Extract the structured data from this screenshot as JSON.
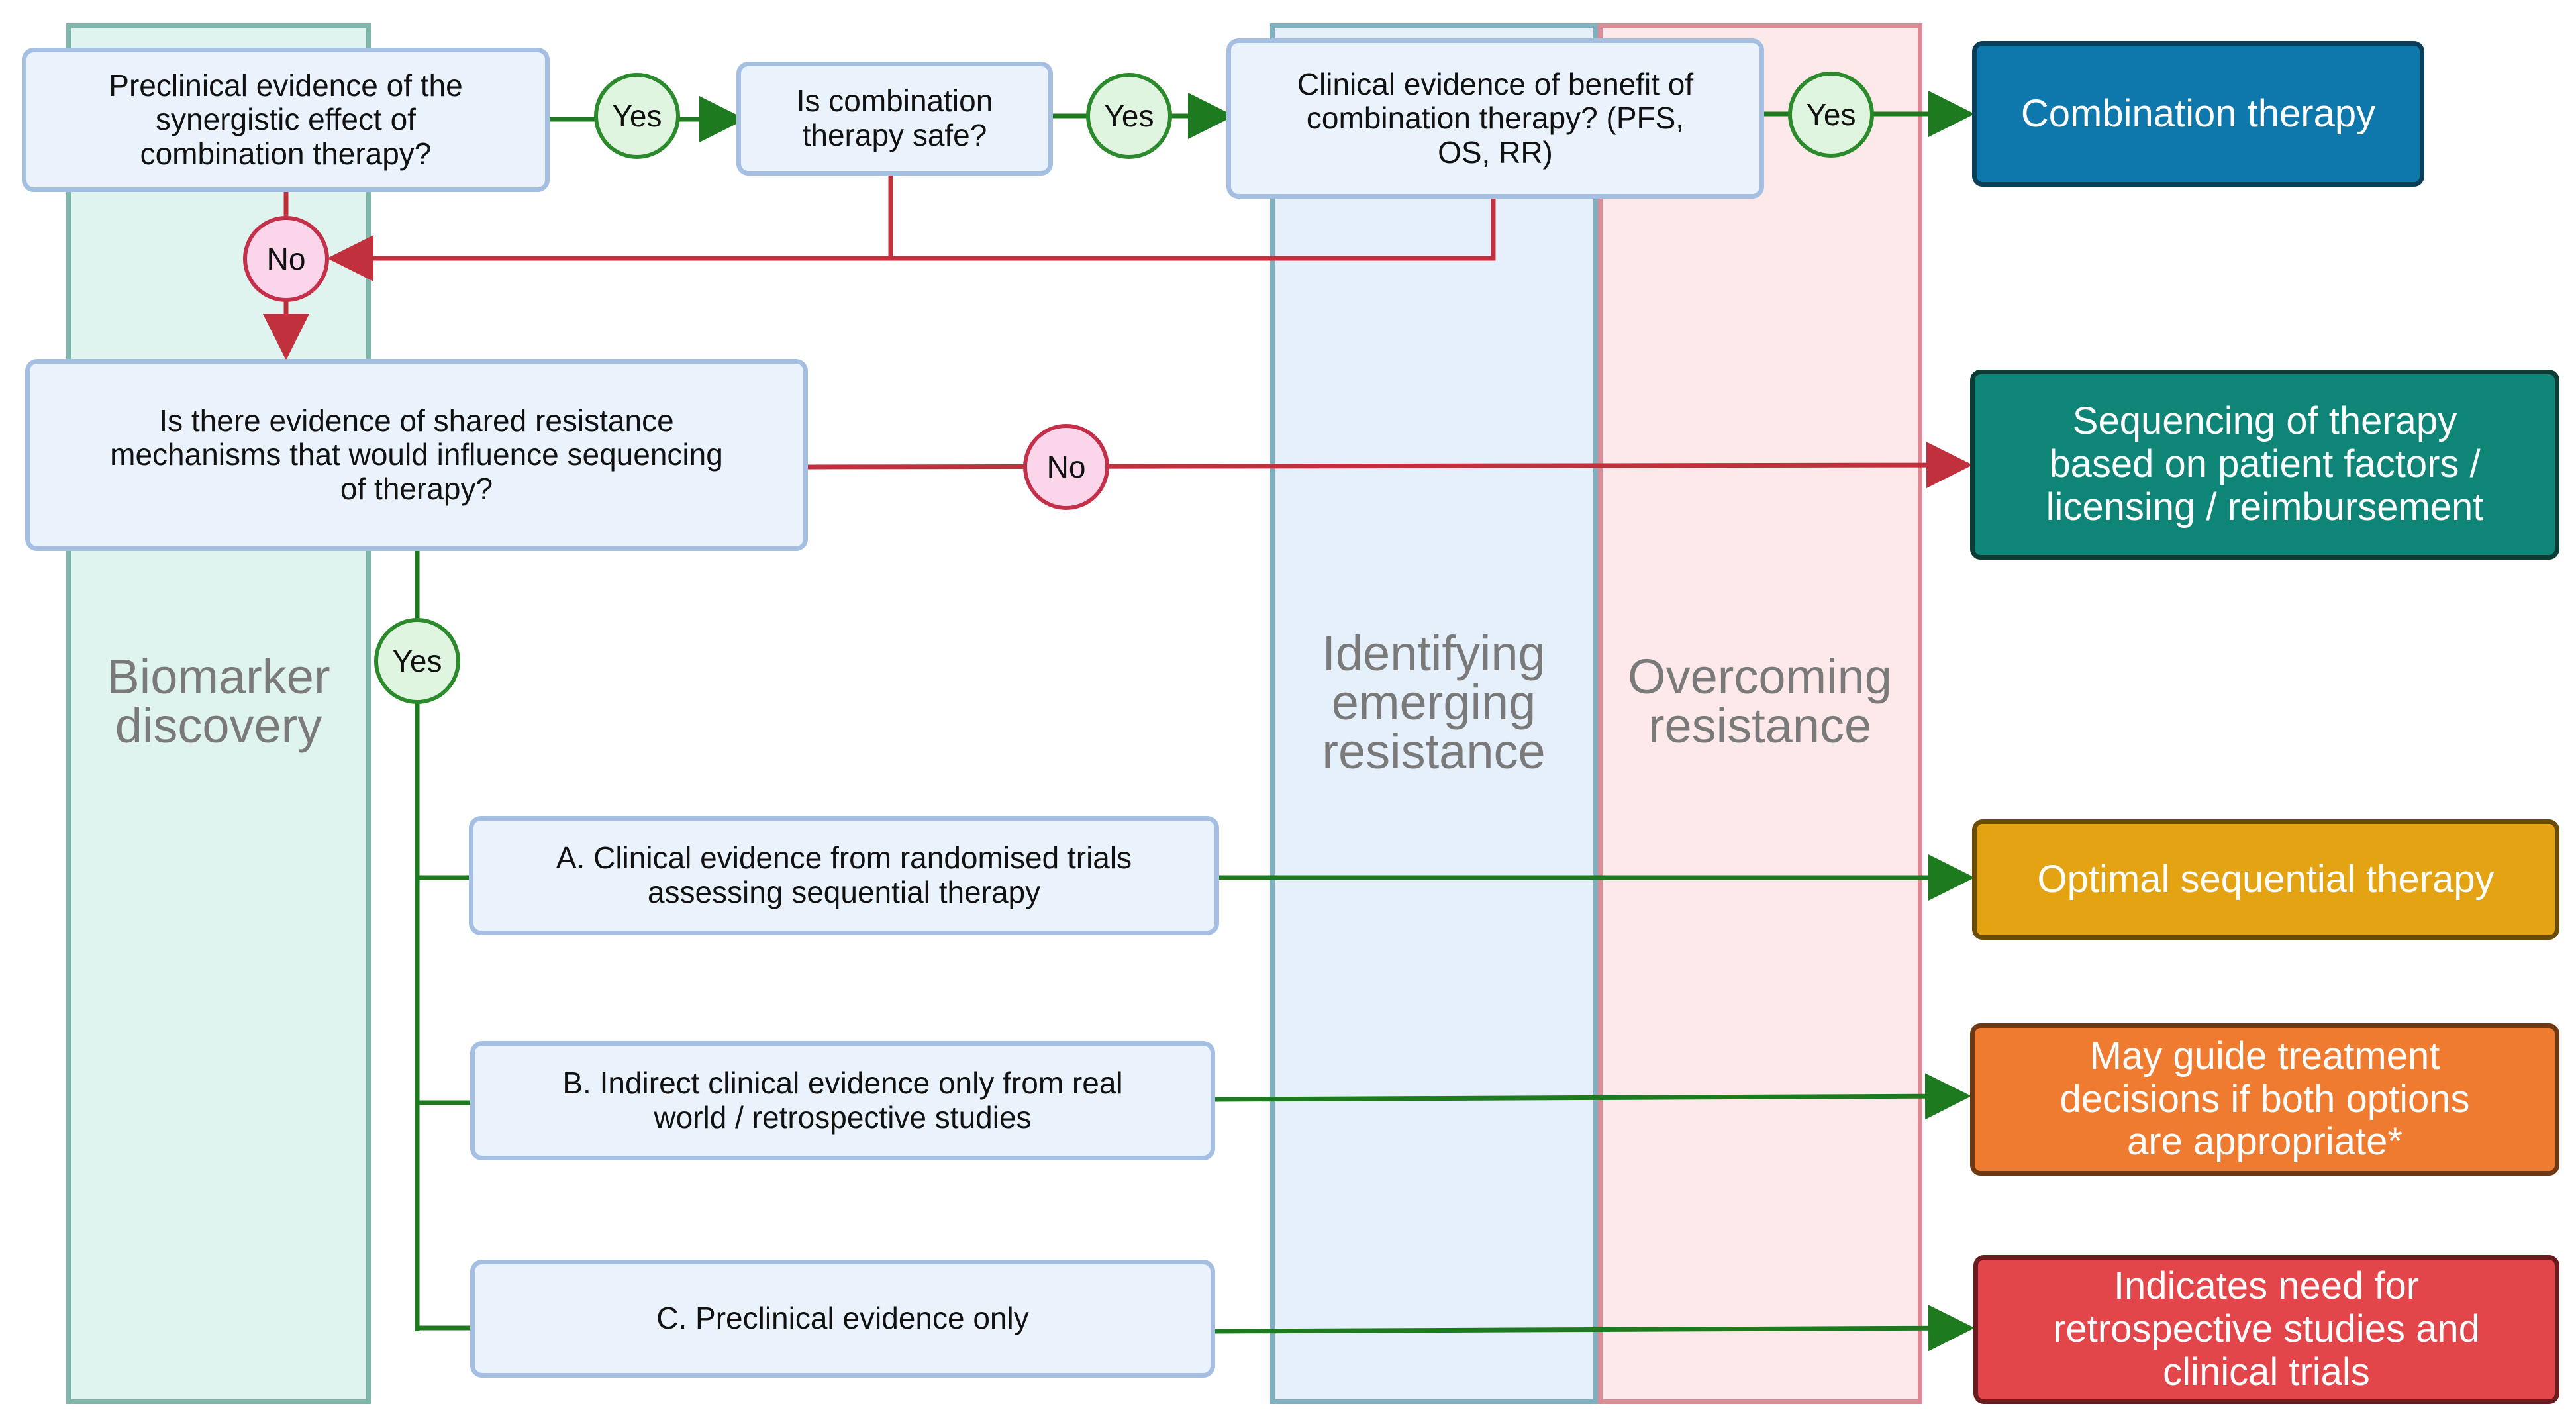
{
  "columns": {
    "biomarker": [
      "Biomarker",
      "discovery"
    ],
    "emerging": [
      "Identifying",
      "emerging",
      "resistance"
    ],
    "overcoming": [
      "Overcoming",
      "resistance"
    ]
  },
  "boxes": {
    "preclinical_synergy": [
      "Preclinical evidence of the",
      "synergistic effect of",
      "combination therapy?"
    ],
    "combination_safe": [
      "Is combination",
      "therapy safe?"
    ],
    "clinical_benefit": [
      "Clinical evidence of benefit of",
      "combination therapy? (PFS,",
      "OS, RR)"
    ],
    "shared_resistance": [
      "Is there evidence of shared resistance",
      "mechanisms that would influence sequencing",
      "of therapy?"
    ],
    "option_a": [
      "A. Clinical evidence from randomised trials",
      "assessing sequential therapy"
    ],
    "option_b": [
      "B. Indirect clinical evidence only from real",
      "world / retrospective studies"
    ],
    "option_c": [
      "C. Preclinical evidence only"
    ]
  },
  "outcomes": {
    "combination": [
      "Combination therapy"
    ],
    "sequencing_factors": [
      "Sequencing of therapy",
      "based on patient factors /",
      "licensing / reimbursement"
    ],
    "optimal_sequential": [
      "Optimal sequential therapy"
    ],
    "guide_decisions": [
      "May guide treatment",
      "decisions if both options",
      "are appropriate*"
    ],
    "need_trials": [
      "Indicates need for",
      "retrospective studies and",
      "clinical trials"
    ]
  },
  "decisions": {
    "yes": "Yes",
    "no": "No"
  },
  "colors": {
    "combination": "#0e78ad",
    "sequencing_factors": "#0f8578",
    "optimal_sequential": "#e3a312",
    "guide_decisions": "#ef7b30",
    "need_trials": "#e2464b",
    "yes_line": "#1e7a1e",
    "no_line": "#c0303d"
  }
}
